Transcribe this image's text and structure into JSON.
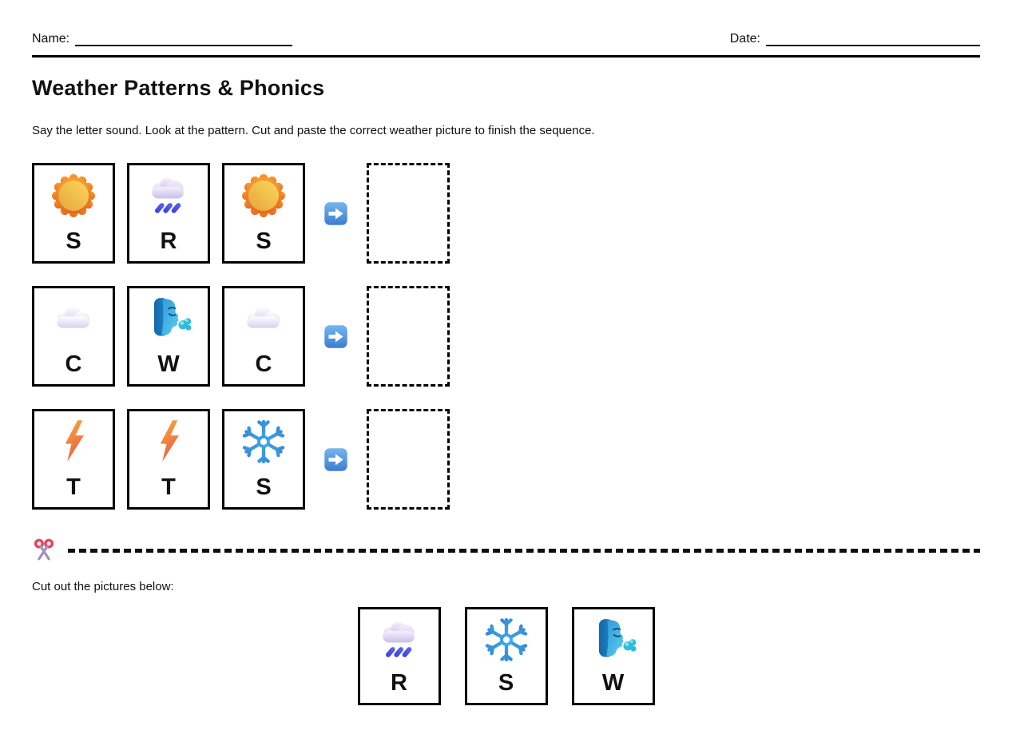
{
  "header": {
    "name_label": "Name:",
    "date_label": "Date:"
  },
  "title": "Weather Patterns & Phonics",
  "instructions": "Say the letter sound. Look at the pattern. Cut and paste the correct weather picture to finish the sequence.",
  "rows": [
    {
      "cells": [
        {
          "icon": "sun-icon",
          "letter": "S"
        },
        {
          "icon": "rain-cloud-icon",
          "letter": "R"
        },
        {
          "icon": "sun-icon",
          "letter": "S"
        }
      ],
      "arrow_icon": "right-arrow-icon",
      "answer_box": "empty-dashed-box"
    },
    {
      "cells": [
        {
          "icon": "cloud-icon",
          "letter": "C"
        },
        {
          "icon": "wind-face-icon",
          "letter": "W"
        },
        {
          "icon": "cloud-icon",
          "letter": "C"
        }
      ],
      "arrow_icon": "right-arrow-icon",
      "answer_box": "empty-dashed-box"
    },
    {
      "cells": [
        {
          "icon": "lightning-icon",
          "letter": "T"
        },
        {
          "icon": "lightning-icon",
          "letter": "T"
        },
        {
          "icon": "snowflake-icon",
          "letter": "S"
        }
      ],
      "arrow_icon": "right-arrow-icon",
      "answer_box": "empty-dashed-box"
    }
  ],
  "cut_section": {
    "scissors_icon": "scissors-icon",
    "label": "Cut out the pictures below:"
  },
  "cutouts": [
    {
      "icon": "rain-cloud-icon",
      "letter": "R"
    },
    {
      "icon": "snowflake-icon",
      "letter": "S"
    },
    {
      "icon": "wind-face-icon",
      "letter": "W"
    }
  ],
  "colors": {
    "sun_orange": "#EE7A1F",
    "sun_yellow": "#F4BE45",
    "rain_drop_blue": "#4A52E4",
    "cloud_lavender": "#DCD6F2",
    "wind_blue": "#2F9BD8",
    "lightning_orange": "#F1853E",
    "snowflake_blue": "#3E9BE0",
    "arrow_blue": "#4C90DE",
    "scissors_red": "#E8465E",
    "scissors_blade_purple": "#9E92C2",
    "line_black": "#000000"
  }
}
